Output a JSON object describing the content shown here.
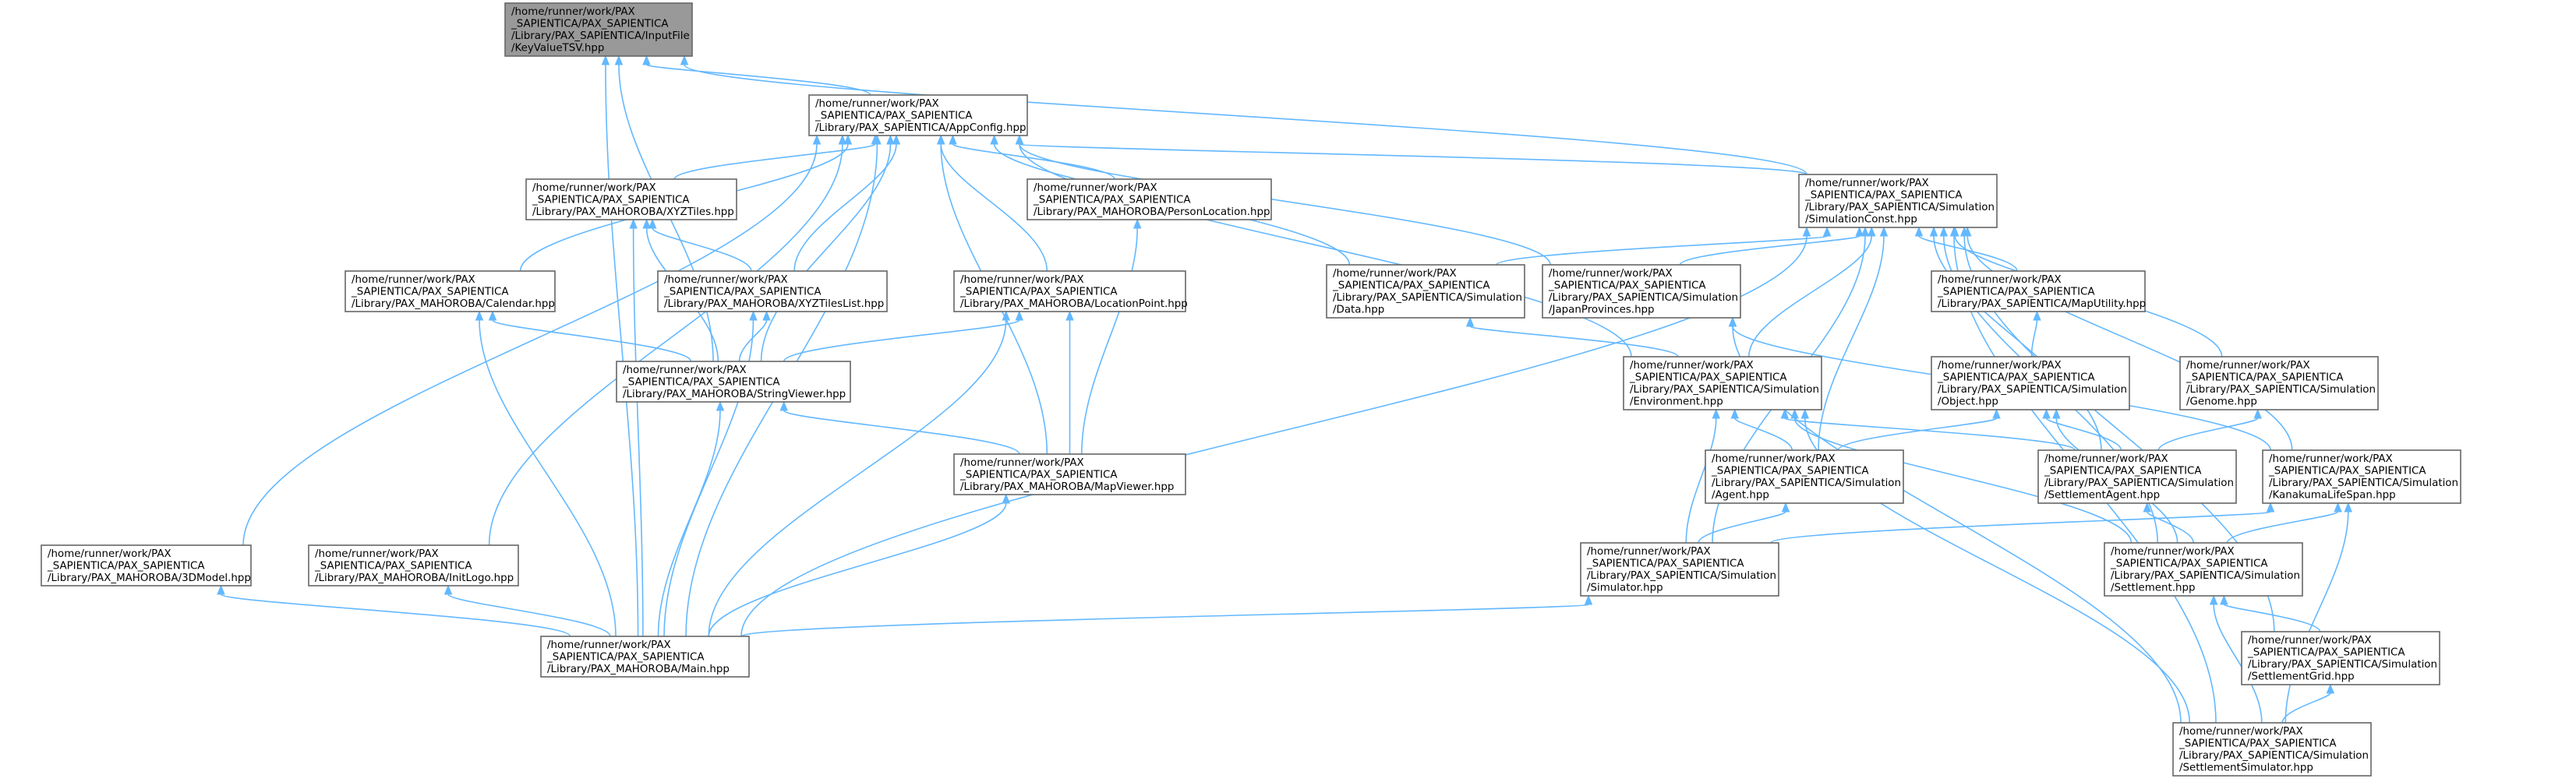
{
  "graph": {
    "colors": {
      "edge": "#63b8ff",
      "node_border": "#666666",
      "focus_fill": "#999999",
      "node_fill": "#ffffff"
    },
    "nodes": [
      {
        "id": "keyvalue",
        "focus": true,
        "lines": [
          "/home/runner/work/PAX",
          "_SAPIENTICA/PAX_SAPIENTICA",
          "/Library/PAX_SAPIENTICA/InputFile",
          "/KeyValueTSV.hpp"
        ]
      },
      {
        "id": "appconfig",
        "lines": [
          "/home/runner/work/PAX",
          "_SAPIENTICA/PAX_SAPIENTICA",
          "/Library/PAX_SAPIENTICA/AppConfig.hpp"
        ]
      },
      {
        "id": "xyztiles",
        "lines": [
          "/home/runner/work/PAX",
          "_SAPIENTICA/PAX_SAPIENTICA",
          "/Library/PAX_MAHOROBA/XYZTiles.hpp"
        ]
      },
      {
        "id": "personlocation",
        "lines": [
          "/home/runner/work/PAX",
          "_SAPIENTICA/PAX_SAPIENTICA",
          "/Library/PAX_MAHOROBA/PersonLocation.hpp"
        ]
      },
      {
        "id": "simconst",
        "lines": [
          "/home/runner/work/PAX",
          "_SAPIENTICA/PAX_SAPIENTICA",
          "/Library/PAX_SAPIENTICA/Simulation",
          "/SimulationConst.hpp"
        ]
      },
      {
        "id": "calendar",
        "lines": [
          "/home/runner/work/PAX",
          "_SAPIENTICA/PAX_SAPIENTICA",
          "/Library/PAX_MAHOROBA/Calendar.hpp"
        ]
      },
      {
        "id": "xyztileslist",
        "lines": [
          "/home/runner/work/PAX",
          "_SAPIENTICA/PAX_SAPIENTICA",
          "/Library/PAX_MAHOROBA/XYZTilesList.hpp"
        ]
      },
      {
        "id": "locationpoint",
        "lines": [
          "/home/runner/work/PAX",
          "_SAPIENTICA/PAX_SAPIENTICA",
          "/Library/PAX_MAHOROBA/LocationPoint.hpp"
        ]
      },
      {
        "id": "data",
        "lines": [
          "/home/runner/work/PAX",
          "_SAPIENTICA/PAX_SAPIENTICA",
          "/Library/PAX_SAPIENTICA/Simulation",
          "/Data.hpp"
        ]
      },
      {
        "id": "japanprov",
        "lines": [
          "/home/runner/work/PAX",
          "_SAPIENTICA/PAX_SAPIENTICA",
          "/Library/PAX_SAPIENTICA/Simulation",
          "/JapanProvinces.hpp"
        ]
      },
      {
        "id": "maputility",
        "lines": [
          "/home/runner/work/PAX",
          "_SAPIENTICA/PAX_SAPIENTICA",
          "/Library/PAX_SAPIENTICA/MapUtility.hpp"
        ]
      },
      {
        "id": "stringviewer",
        "lines": [
          "/home/runner/work/PAX",
          "_SAPIENTICA/PAX_SAPIENTICA",
          "/Library/PAX_MAHOROBA/StringViewer.hpp"
        ]
      },
      {
        "id": "environment",
        "lines": [
          "/home/runner/work/PAX",
          "_SAPIENTICA/PAX_SAPIENTICA",
          "/Library/PAX_SAPIENTICA/Simulation",
          "/Environment.hpp"
        ]
      },
      {
        "id": "object",
        "lines": [
          "/home/runner/work/PAX",
          "_SAPIENTICA/PAX_SAPIENTICA",
          "/Library/PAX_SAPIENTICA/Simulation",
          "/Object.hpp"
        ]
      },
      {
        "id": "genome",
        "lines": [
          "/home/runner/work/PAX",
          "_SAPIENTICA/PAX_SAPIENTICA",
          "/Library/PAX_SAPIENTICA/Simulation",
          "/Genome.hpp"
        ]
      },
      {
        "id": "mapviewer",
        "lines": [
          "/home/runner/work/PAX",
          "_SAPIENTICA/PAX_SAPIENTICA",
          "/Library/PAX_MAHOROBA/MapViewer.hpp"
        ]
      },
      {
        "id": "agent",
        "lines": [
          "/home/runner/work/PAX",
          "_SAPIENTICA/PAX_SAPIENTICA",
          "/Library/PAX_SAPIENTICA/Simulation",
          "/Agent.hpp"
        ]
      },
      {
        "id": "settlementagent",
        "lines": [
          "/home/runner/work/PAX",
          "_SAPIENTICA/PAX_SAPIENTICA",
          "/Library/PAX_SAPIENTICA/Simulation",
          "/SettlementAgent.hpp"
        ]
      },
      {
        "id": "kanakuma",
        "lines": [
          "/home/runner/work/PAX",
          "_SAPIENTICA/PAX_SAPIENTICA",
          "/Library/PAX_SAPIENTICA/Simulation",
          "/KanakumaLifeSpan.hpp"
        ]
      },
      {
        "id": "model3d",
        "lines": [
          "/home/runner/work/PAX",
          "_SAPIENTICA/PAX_SAPIENTICA",
          "/Library/PAX_MAHOROBA/3DModel.hpp"
        ]
      },
      {
        "id": "initlogo",
        "lines": [
          "/home/runner/work/PAX",
          "_SAPIENTICA/PAX_SAPIENTICA",
          "/Library/PAX_MAHOROBA/InitLogo.hpp"
        ]
      },
      {
        "id": "simulator",
        "lines": [
          "/home/runner/work/PAX",
          "_SAPIENTICA/PAX_SAPIENTICA",
          "/Library/PAX_SAPIENTICA/Simulation",
          "/Simulator.hpp"
        ]
      },
      {
        "id": "settlement",
        "lines": [
          "/home/runner/work/PAX",
          "_SAPIENTICA/PAX_SAPIENTICA",
          "/Library/PAX_SAPIENTICA/Simulation",
          "/Settlement.hpp"
        ]
      },
      {
        "id": "main",
        "lines": [
          "/home/runner/work/PAX",
          "_SAPIENTICA/PAX_SAPIENTICA",
          "/Library/PAX_MAHOROBA/Main.hpp"
        ]
      },
      {
        "id": "settlementgrid",
        "lines": [
          "/home/runner/work/PAX",
          "_SAPIENTICA/PAX_SAPIENTICA",
          "/Library/PAX_SAPIENTICA/Simulation",
          "/SettlementGrid.hpp"
        ]
      },
      {
        "id": "settlementsim",
        "lines": [
          "/home/runner/work/PAX",
          "_SAPIENTICA/PAX_SAPIENTICA",
          "/Library/PAX_SAPIENTICA/Simulation",
          "/SettlementSimulator.hpp"
        ]
      }
    ],
    "edges": [
      [
        "appconfig",
        "keyvalue"
      ],
      [
        "simconst",
        "keyvalue"
      ],
      [
        "stringviewer",
        "keyvalue"
      ],
      [
        "main",
        "keyvalue"
      ],
      [
        "simconst",
        "appconfig"
      ],
      [
        "xyztiles",
        "appconfig"
      ],
      [
        "personlocation",
        "appconfig"
      ],
      [
        "calendar",
        "appconfig"
      ],
      [
        "xyztileslist",
        "appconfig"
      ],
      [
        "locationpoint",
        "appconfig"
      ],
      [
        "data",
        "appconfig"
      ],
      [
        "japanprov",
        "appconfig"
      ],
      [
        "stringviewer",
        "appconfig"
      ],
      [
        "environment",
        "appconfig"
      ],
      [
        "mapviewer",
        "appconfig"
      ],
      [
        "model3d",
        "appconfig"
      ],
      [
        "initlogo",
        "appconfig"
      ],
      [
        "main",
        "appconfig"
      ],
      [
        "xyztileslist",
        "xyztiles"
      ],
      [
        "stringviewer",
        "xyztiles"
      ],
      [
        "main",
        "xyztiles"
      ],
      [
        "mapviewer",
        "personlocation"
      ],
      [
        "stringviewer",
        "calendar"
      ],
      [
        "main",
        "calendar"
      ],
      [
        "stringviewer",
        "xyztileslist"
      ],
      [
        "main",
        "xyztileslist"
      ],
      [
        "stringviewer",
        "locationpoint"
      ],
      [
        "mapviewer",
        "locationpoint"
      ],
      [
        "main",
        "locationpoint"
      ],
      [
        "main",
        "stringviewer"
      ],
      [
        "mapviewer",
        "stringviewer"
      ],
      [
        "main",
        "mapviewer"
      ],
      [
        "main",
        "model3d"
      ],
      [
        "main",
        "initlogo"
      ],
      [
        "main",
        "simulator"
      ],
      [
        "data",
        "simconst"
      ],
      [
        "japanprov",
        "simconst"
      ],
      [
        "maputility",
        "simconst"
      ],
      [
        "environment",
        "simconst"
      ],
      [
        "genome",
        "simconst"
      ],
      [
        "agent",
        "simconst"
      ],
      [
        "settlementagent",
        "simconst"
      ],
      [
        "kanakuma",
        "simconst"
      ],
      [
        "simulator",
        "simconst"
      ],
      [
        "settlement",
        "simconst"
      ],
      [
        "settlementgrid",
        "simconst"
      ],
      [
        "settlementsim",
        "simconst"
      ],
      [
        "main",
        "simconst"
      ],
      [
        "environment",
        "data"
      ],
      [
        "kanakuma",
        "japanprov"
      ],
      [
        "settlementsim",
        "japanprov"
      ],
      [
        "object",
        "maputility"
      ],
      [
        "agent",
        "environment"
      ],
      [
        "settlementagent",
        "environment"
      ],
      [
        "simulator",
        "environment"
      ],
      [
        "settlement",
        "environment"
      ],
      [
        "settlementsim",
        "environment"
      ],
      [
        "agent",
        "object"
      ],
      [
        "settlementagent",
        "object"
      ],
      [
        "settlement",
        "object"
      ],
      [
        "settlementagent",
        "genome"
      ],
      [
        "simulator",
        "agent"
      ],
      [
        "settlement",
        "settlementagent"
      ],
      [
        "simulator",
        "kanakuma"
      ],
      [
        "settlement",
        "kanakuma"
      ],
      [
        "settlementsim",
        "kanakuma"
      ],
      [
        "settlementgrid",
        "settlement"
      ],
      [
        "settlementsim",
        "settlement"
      ],
      [
        "settlementsim",
        "settlementgrid"
      ]
    ]
  }
}
